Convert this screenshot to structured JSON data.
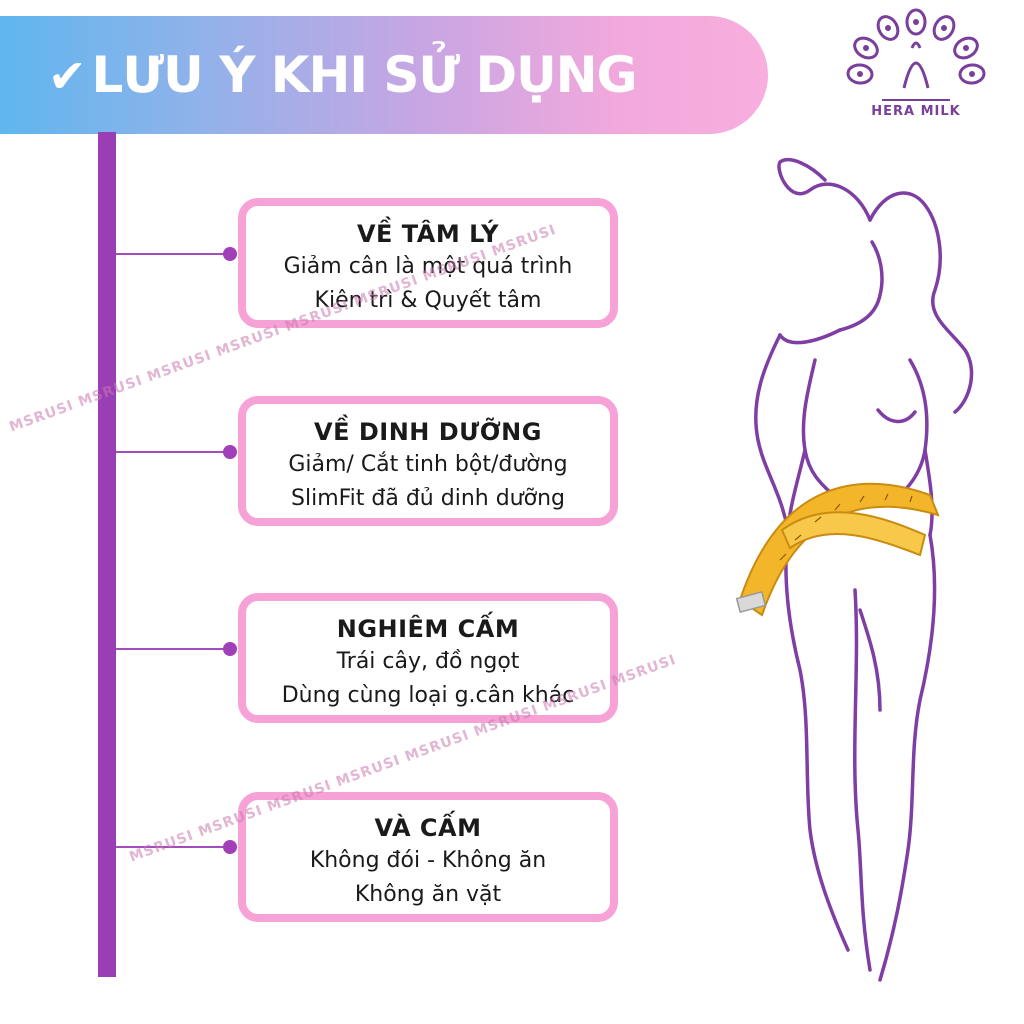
{
  "header": {
    "check_glyph": "✔",
    "title": "LƯU Ý KHI SỬ DỤNG"
  },
  "brand": {
    "name": "HERA MILK",
    "icon": "peacock-logo-icon"
  },
  "cards": [
    {
      "title": "VỀ TÂM LÝ",
      "lines": [
        "Giảm cân là một quá trình",
        "Kiên trì & Quyết tâm"
      ]
    },
    {
      "title": "VỀ DINH DƯỠNG",
      "lines": [
        "Giảm/ Cắt tinh bột/đường",
        "SlimFit đã đủ dinh dưỡng"
      ]
    },
    {
      "title": "NGHIÊM CẤM",
      "lines": [
        "Trái cây, đồ ngọt",
        "Dùng cùng loại g.cân khác"
      ]
    },
    {
      "title": "VÀ CẤM",
      "lines": [
        "Không đói - Không ăn",
        "Không ăn vặt"
      ]
    }
  ],
  "watermark": {
    "text_1": "MSRUSI MSRUSI MSRUSI MSRUSI MSRUSI MSRUSI MSRUSI MSRUSI",
    "text_2": "MSRUSI MSRUSI MSRUSI MSRUSI MSRUSI MSRUSI MSRUSI MSRUSI"
  },
  "colors": {
    "spine": "#9a3eb6",
    "card_border": "#f7a2d7",
    "figure_outline": "#7e3ea3",
    "tape": "#f3b62a"
  }
}
